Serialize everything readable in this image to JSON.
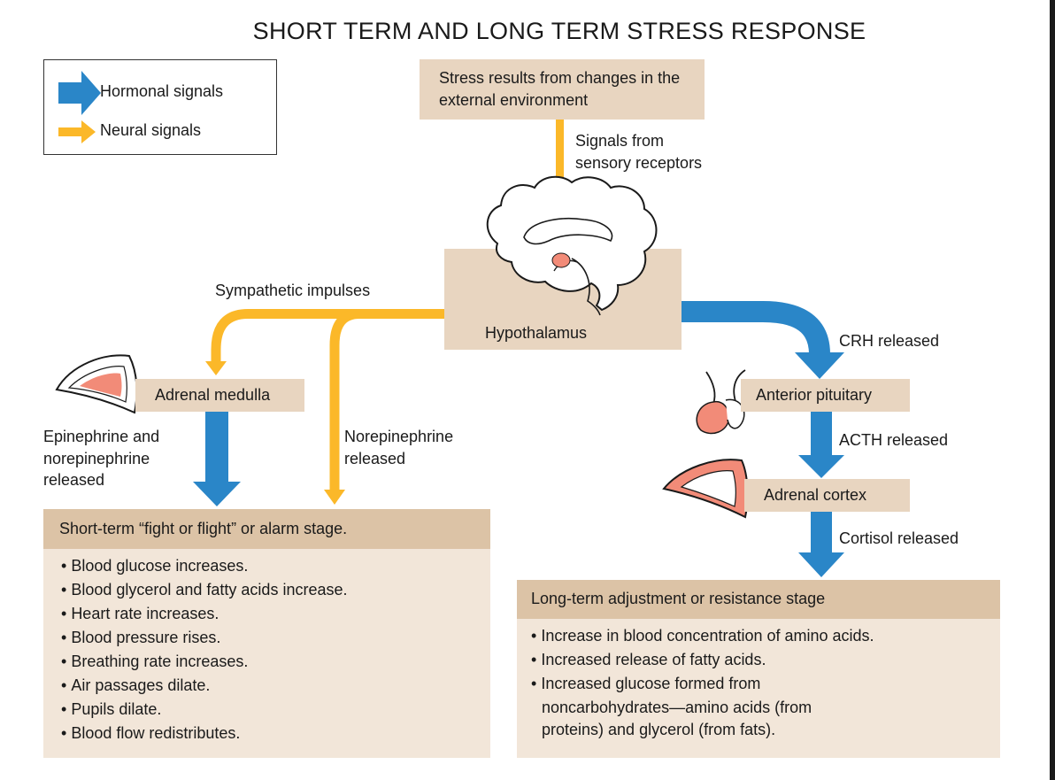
{
  "title": "SHORT TERM AND LONG TERM STRESS RESPONSE",
  "legend": {
    "hormonal": "Hormonal signals",
    "neural": "Neural signals"
  },
  "colors": {
    "hormonal": "#2a86c8",
    "neural": "#fbb829",
    "box": "#e8d5c0",
    "header": "#dcc3a6",
    "panel": "#f2e6d9",
    "gland": "#f28b78"
  },
  "boxes": {
    "stress": "Stress results from changes in the external environment",
    "hypothalamus": "Hypothalamus",
    "adrenal_medulla": "Adrenal medulla",
    "anterior_pituitary": "Anterior pituitary",
    "adrenal_cortex": "Adrenal cortex"
  },
  "labels": {
    "sensory_1": "Signals from",
    "sensory_2": "sensory receptors",
    "sympathetic": "Sympathetic impulses",
    "crh": "CRH released",
    "acth": "ACTH released",
    "cortisol": "Cortisol released",
    "epi_1": "Epinephrine and",
    "epi_2": "norepinephrine",
    "epi_3": "released",
    "norepi_1": "Norepinephrine",
    "norepi_2": "released"
  },
  "short_term": {
    "header": "Short-term “fight or flight” or alarm stage.",
    "items": [
      "Blood glucose increases.",
      "Blood glycerol and fatty acids increase.",
      "Heart rate increases.",
      "Blood pressure rises.",
      "Breathing rate increases.",
      "Air passages dilate.",
      "Pupils dilate.",
      "Blood flow redistributes."
    ]
  },
  "long_term": {
    "header": "Long-term adjustment or resistance stage",
    "items": [
      "Increase in blood concentration of amino acids.",
      "Increased release of fatty acids."
    ],
    "item3_line1": "Increased glucose formed from",
    "item3_line2": "noncarbohydrates—amino acids (from",
    "item3_line3": "proteins) and glycerol (from fats)."
  }
}
